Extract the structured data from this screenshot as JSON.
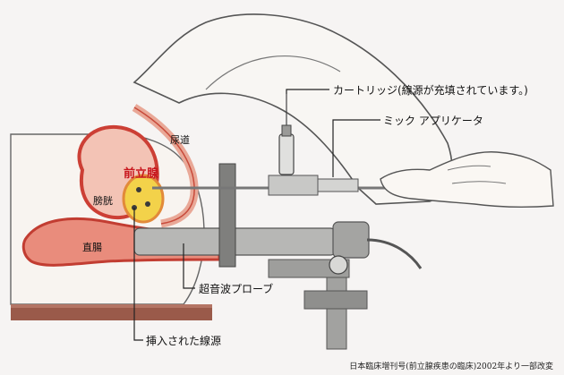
{
  "labels": {
    "cartridge": "カートリッジ(線源が充填されています。)",
    "applicator": "ミック アプリケータ",
    "urethra": "尿道",
    "prostate": "前立腺",
    "bladder": "膀胱",
    "rectum": "直腸",
    "ultrasound_probe": "超音波プローブ",
    "inserted_source": "挿入された線源"
  },
  "caption": "日本臨床増刊号(前立腺疾患の臨床)2002年より一部改変",
  "colors": {
    "prostate_label": "#c8161d",
    "tissue_red": "#d45a4a",
    "tissue_pink": "#f0b5a6",
    "gland_yellow": "#f3d24a",
    "gland_outline": "#e28a3a",
    "skin": "#f5f2ee",
    "table": "#9a5a4a",
    "metal": "#9a9a98"
  }
}
